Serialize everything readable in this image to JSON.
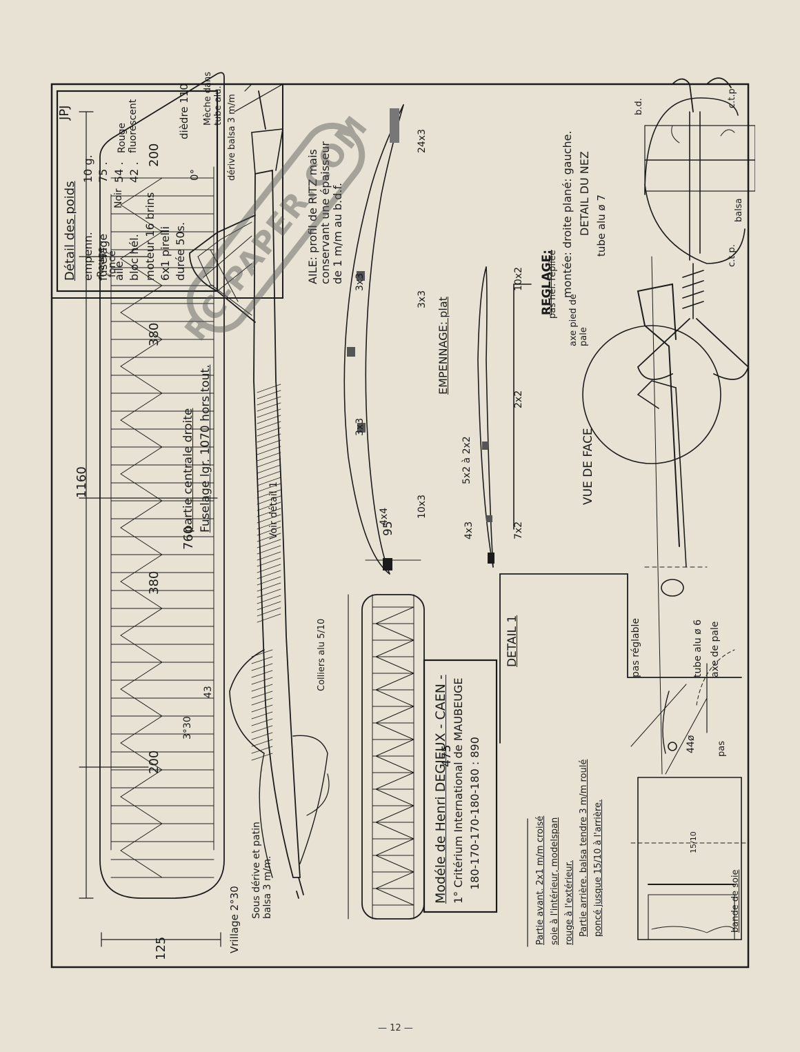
{
  "credit": "JPJ",
  "page_number": "— 12 —",
  "watermark": "RC-PAPER.COM",
  "dimensions": {
    "span": "1160",
    "tip_left": "200",
    "panel_left": "380",
    "centre": "760",
    "panel_right": "380",
    "tip_right": "200",
    "chord": "125",
    "tail_span": "475",
    "tail_chord": "95",
    "fin_43": "43",
    "fin_angle": "3°30",
    "incidence_wing": "0°",
    "dihedral": "dièdre 110"
  },
  "labels": {
    "wing_center": "partie centrale droite",
    "fuselage_length": "Fuselage lgr. 1070 hors tout.",
    "washout": "Vrillage 2°30",
    "under_fin": "Sous dérive et patin\nbalsa 3 m/m.",
    "collars": "Colliers alu 5/10",
    "see_detail": "Voir détail 1",
    "fin_balsa": "dérive balsa 3 m/m",
    "wick": "Mèche dans\ntube alu.",
    "black": "Noir",
    "red_fluo": "Rouge\nfluorescent",
    "red_dark": "Rouge\nfoncé",
    "aile": "AILE: profil de RITZ mais\nconservant une épaisseur\nde 1 m/m au b.d.f.",
    "empennage": "EMPENNAGE: plat",
    "reglage_title": "REGLAGE:",
    "reglage": "montée: droite plané: gauche.",
    "nose_title": "DETAIL DU NEZ",
    "tube7": "tube alu ø 7",
    "front_view": "VUE DE FACE",
    "pas_replie": "pas hel. repliee",
    "axe_pied": "axe pied de\npale",
    "pas_reglable": "pas réglable",
    "tube6": "tube alu ø 6",
    "axe_pale": "axe de pale",
    "pas": "pas",
    "d44": "44ø",
    "d1510": "15/10",
    "detail1": "DETAIL 1",
    "bande": "bande de soie",
    "bd": "b.d.",
    "ctp1": "c.t.p",
    "ctp2": "c.t.p.",
    "balsa": "balsa",
    "spars": {
      "s24": "24x3",
      "s3a": "3x3",
      "s3b": "3x3",
      "s3c": "3x3",
      "s44": "4x4",
      "s103": "10x3",
      "s102": "10x2",
      "s22": "2x2",
      "s52": "5x2 à 2x2",
      "s43": "4x3",
      "s72": "7x2"
    }
  },
  "poids": {
    "title": "Détail des poids",
    "rows": [
      {
        "item": "empenn.",
        "value": "10 g."
      },
      {
        "item": "fuselage",
        "value": "75 ."
      },
      {
        "item": "aile",
        "value": "54 ."
      },
      {
        "item": "bloc hél.",
        "value": "42 ."
      },
      {
        "item": "moteur 16 brins",
        "value": ""
      },
      {
        "item": "6x1 pirelli",
        "value": ""
      },
      {
        "item": "durée 50s.",
        "value": ""
      }
    ]
  },
  "model": {
    "line1": "Modéle de Henri DEGIEUX - CAEN -",
    "line2": "1° Critérium International de MAUBEUGE",
    "line3": "180-170-170-180-180 : 890"
  },
  "detail_text": {
    "line1": "Partie avant. 2x1 m/m croisé",
    "line2": "soie à l'intérieur, modelspan",
    "line3": "rouge à l'extérieur.",
    "line4": "Partie arrière. balsa tendre 3 m/m roulé",
    "line5": "poncé jusque 15/10 à l'arrière."
  }
}
